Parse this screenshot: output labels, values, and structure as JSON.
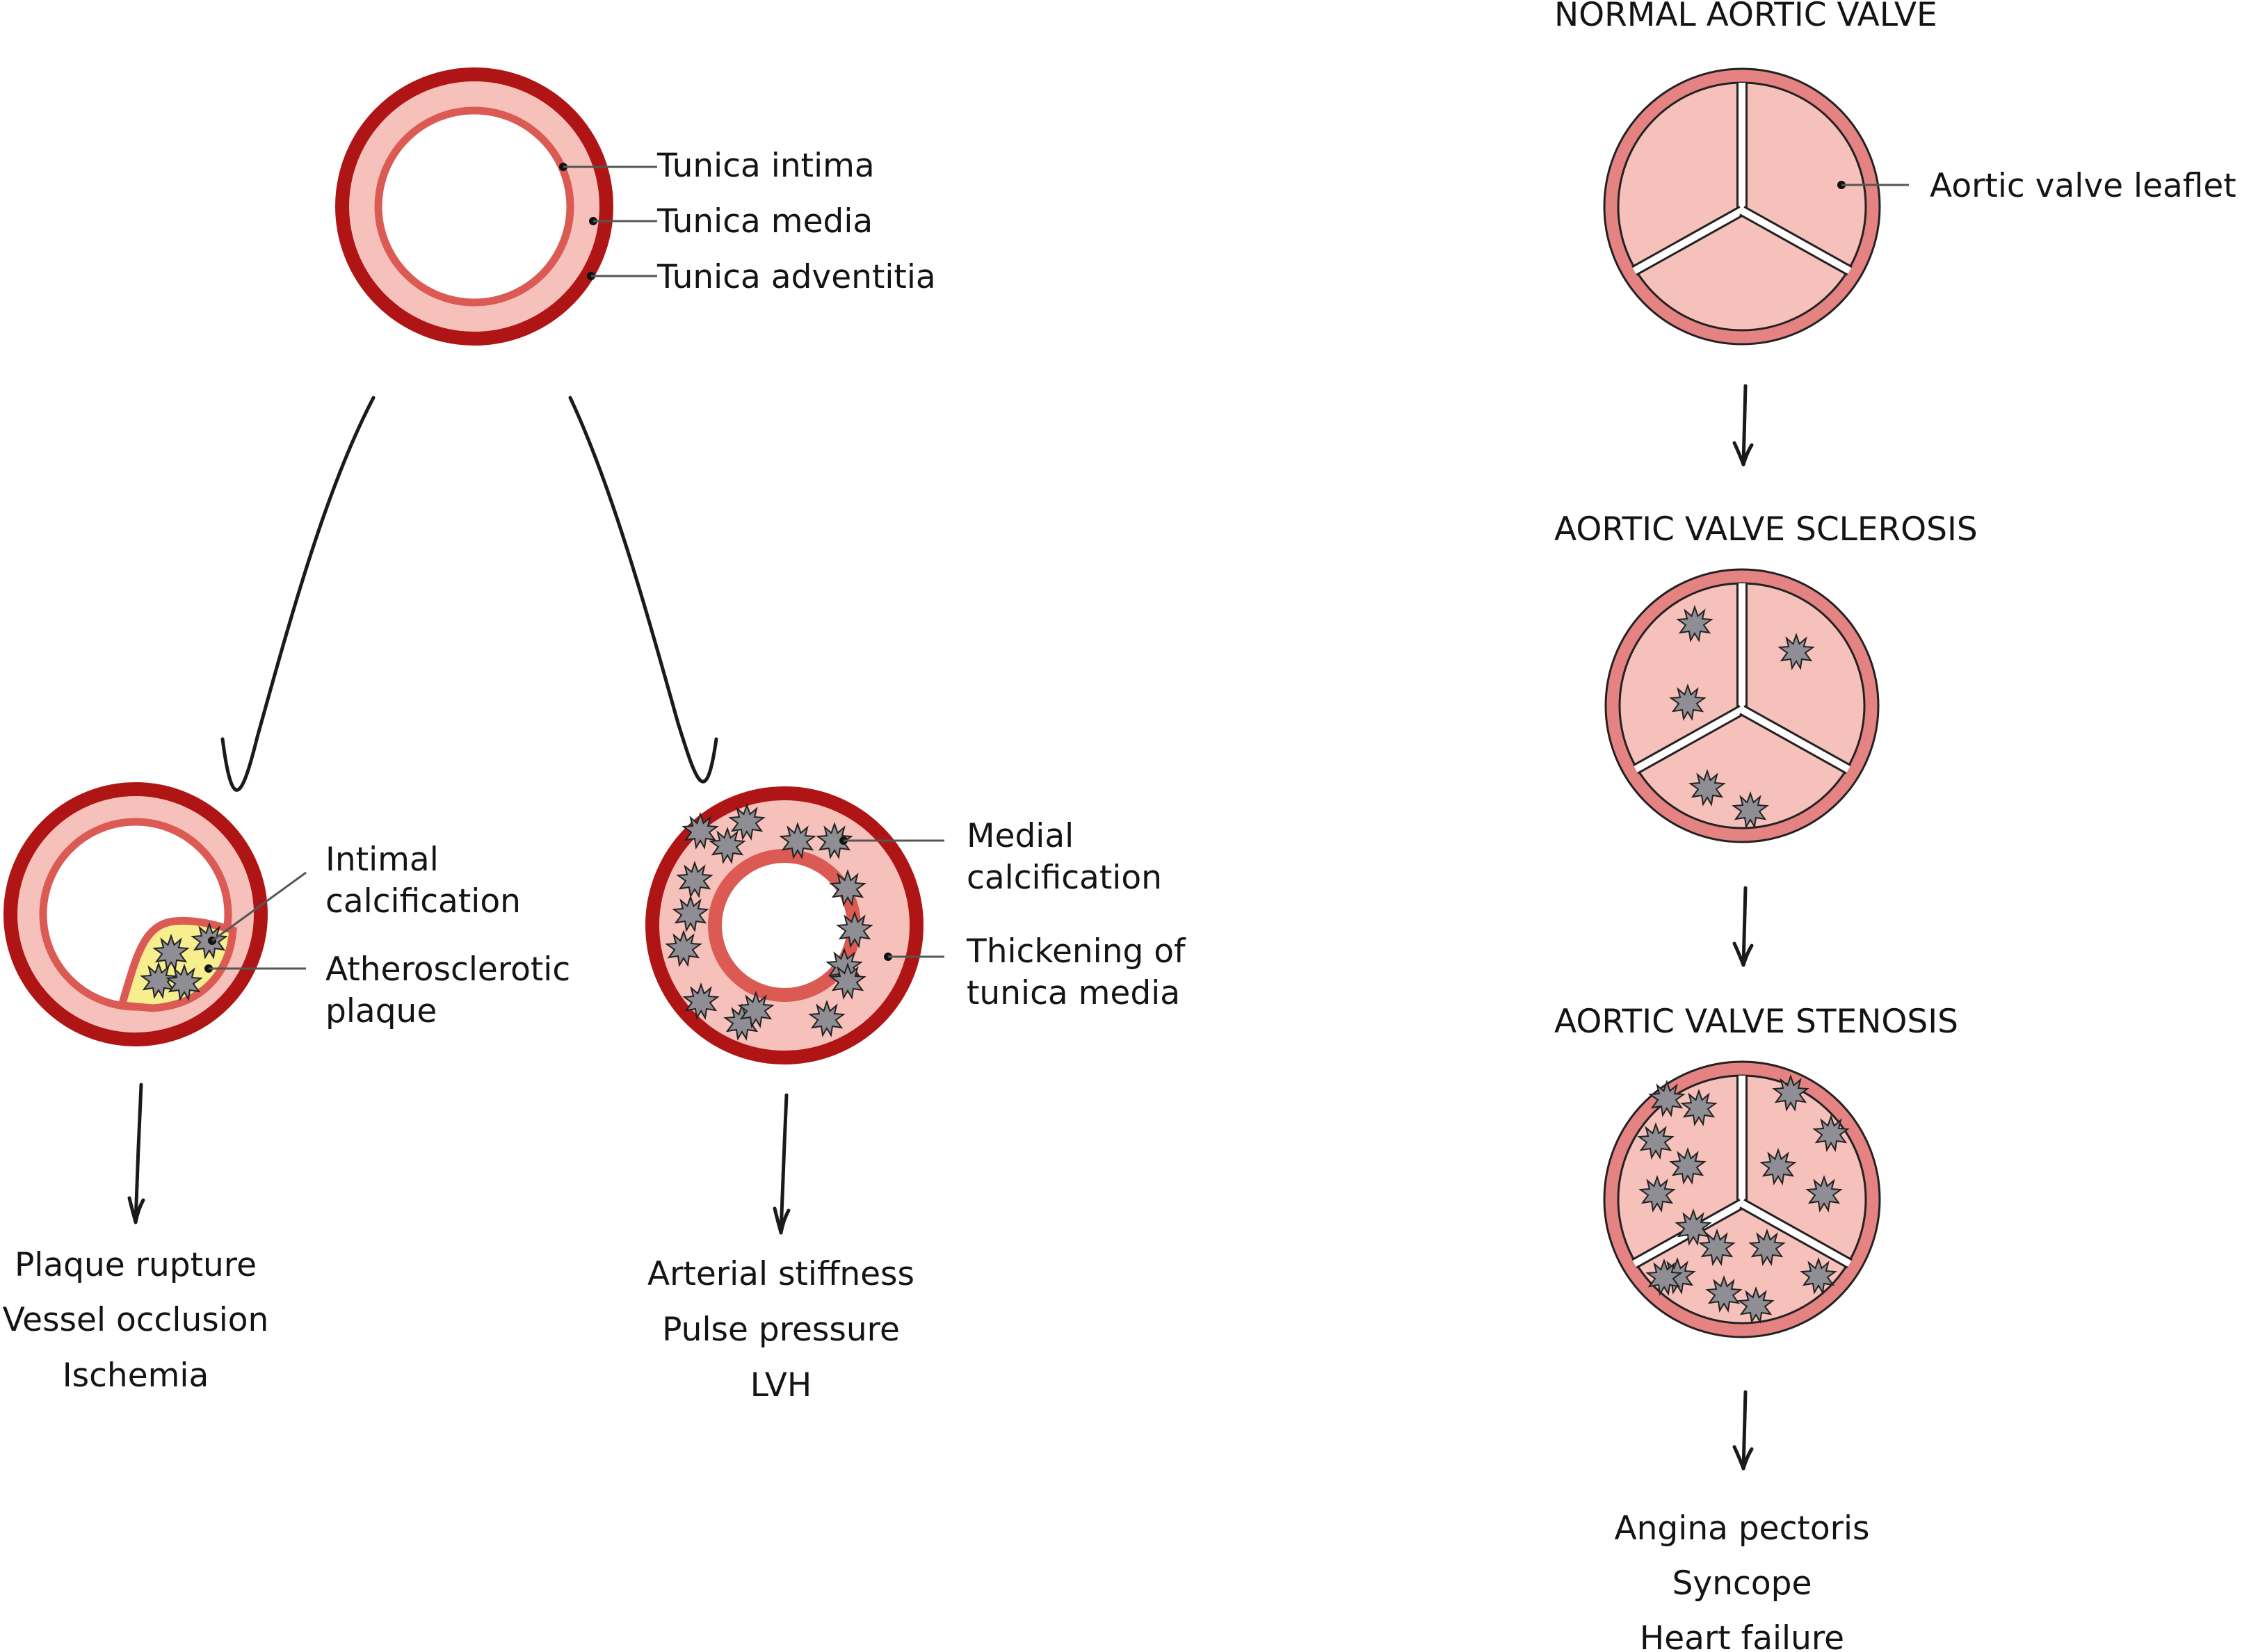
{
  "colors": {
    "adventitia": "#b01515",
    "media": "#f7c1bb",
    "intima": "#db5a54",
    "plaque": "#f7ee8e",
    "calcification": "#8e8e94",
    "valve_ring": "#e58282",
    "valve_leaflet": "#f7c1bb",
    "text": "#141414"
  },
  "normal_vessel": {
    "labels": [
      "Tunica intima",
      "Tunica media",
      "Tunica adventitia"
    ]
  },
  "intimal_branch": {
    "labels": [
      "Intimal",
      "calcification",
      "Atherosclerotic",
      "plaque"
    ],
    "outcomes": [
      "Plaque rupture",
      "Vessel occlusion",
      "Ischemia"
    ]
  },
  "medial_branch": {
    "labels": [
      "Medial",
      "calcification",
      "Thickening of",
      "tunica media"
    ],
    "outcomes": [
      "Arterial stiffness",
      "Pulse pressure",
      "LVH"
    ]
  },
  "valve_progression": {
    "stages": [
      {
        "title": "NORMAL AORTIC VALVE",
        "label": "Aortic valve leaflet",
        "calcifications": 0
      },
      {
        "title": "AORTIC VALVE SCLEROSIS",
        "calcifications": 5
      },
      {
        "title": "AORTIC VALVE STENOSIS",
        "calcifications": 17
      }
    ],
    "outcomes": [
      "Angina pectoris",
      "Syncope",
      "Heart failure"
    ]
  }
}
